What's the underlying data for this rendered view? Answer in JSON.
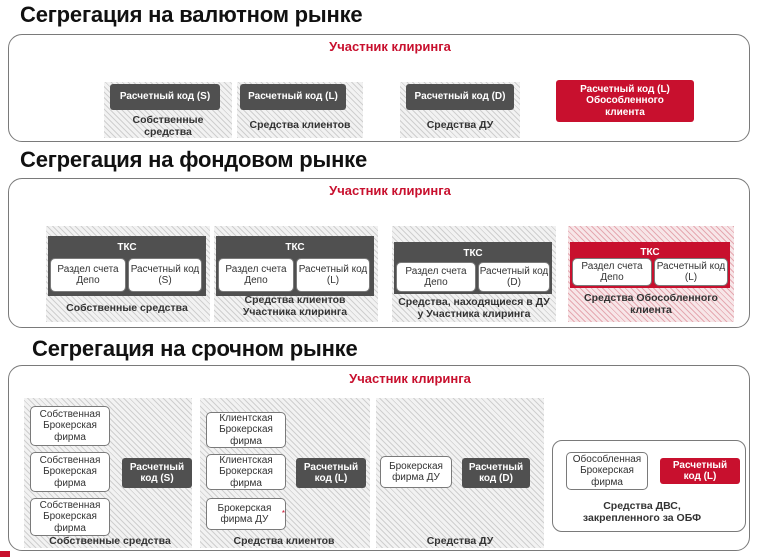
{
  "sections": {
    "fx": {
      "title": "Сегрегация на валютном рынке",
      "root": "Участник клиринга",
      "nodes": [
        {
          "box": "Расчетный код (S)",
          "caption": "Собственные средства"
        },
        {
          "box": "Расчетный код (L)",
          "caption": "Средства клиентов"
        },
        {
          "box": "Расчетный код (D)",
          "caption": "Средства ДУ"
        },
        {
          "box": "Расчетный код (L) Обособленного клиента",
          "caption": ""
        }
      ]
    },
    "stock": {
      "title": "Сегрегация на фондовом рынке",
      "root": "Участник клиринга",
      "nodes": [
        {
          "head": "ТКС",
          "left": "Раздел счета Депо",
          "right": "Расчетный код (S)",
          "caption": "Собственные средства"
        },
        {
          "head": "ТКС",
          "left": "Раздел счета Депо",
          "right": "Расчетный код (L)",
          "caption": "Средства клиентов Участника клиринга"
        },
        {
          "head": "ТКС",
          "left": "Раздел счета Депо",
          "right": "Расчетный код (D)",
          "caption": "Средства, находящиеся в ДУ у Участника клиринга"
        },
        {
          "head": "ТКС",
          "left": "Раздел счета Депо",
          "right": "Расчетный код (L)",
          "caption": "Средства Обособленного клиента"
        }
      ]
    },
    "deriv": {
      "title": "Сегрегация на срочном рынке",
      "root": "Участник клиринга",
      "groups": [
        {
          "firms": [
            "Собственная Брокерская фирма",
            "Собственная Брокерская фирма",
            "Собственная Брокерская фирма"
          ],
          "code": "Расчетный код (S)",
          "caption": "Собственные средства"
        },
        {
          "firms": [
            "Клиентская Брокерская фирма",
            "Клиентская Брокерская фирма",
            "Брокерская фирма ДУ"
          ],
          "star": "*",
          "code": "Расчетный код (L)",
          "caption": "Средства клиентов"
        },
        {
          "firms": [
            "Брокерская фирма ДУ"
          ],
          "code": "Расчетный код (D)",
          "caption": "Средства ДУ"
        },
        {
          "firms": [
            "Обособленная Брокерская фирма"
          ],
          "code": "Расчетный код (L)",
          "caption": "Средства ДВС, закрепленного за ОБФ"
        }
      ]
    }
  },
  "colors": {
    "accent": "#c8102e",
    "dark": "#505050",
    "border": "#7a7a7a"
  }
}
